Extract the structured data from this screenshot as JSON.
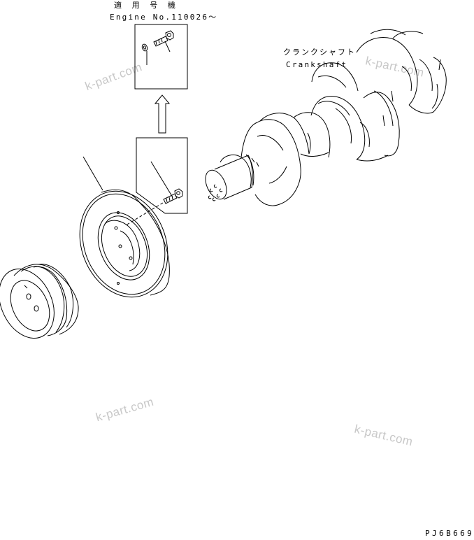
{
  "diagram": {
    "applicability": {
      "label_jp": "適 用 号 機",
      "label_en": "Engine No.110026～"
    },
    "parts": {
      "crankshaft": {
        "label_jp": "クランクシャフト",
        "label_en": "Crankshaft"
      },
      "damper": {
        "callout": ""
      },
      "bolt": {
        "callout": ""
      },
      "pulley": {
        "callout": ""
      }
    },
    "drawing_code": "PJ6B669",
    "watermarks": [
      "k-part.com",
      "k-part.com",
      "k-part.com",
      "k-part.com"
    ]
  }
}
